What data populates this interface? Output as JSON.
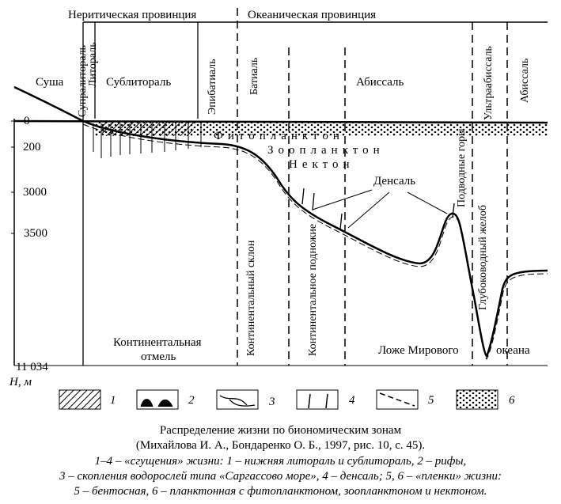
{
  "provinces": {
    "neritic": "Неритическая провинция",
    "oceanic": "Океаническая провинция"
  },
  "zones_top": {
    "land": "Суша",
    "supralittoral": "Супралитораль",
    "littoral": "Литораль",
    "sublittoral": "Сублитораль",
    "epibathyal": "Эпибатиаль",
    "bathyal": "Батиаль",
    "abyssal": "Абиссаль",
    "ultraabyssal": "Ультраабиссаль",
    "abyssal_right": "Абиссаль"
  },
  "axis": {
    "label": "H, м",
    "ticks": [
      "0",
      "200",
      "3000",
      "3500",
      "11 034"
    ]
  },
  "plankton": {
    "phytoplankton": "Фитопланктон",
    "zooplankton": "Зоопланктон",
    "nekton": "Нектон",
    "densal": "Денсаль"
  },
  "features": {
    "seamounts": "Подводные горы",
    "trench": "Глубоководный желоб"
  },
  "bottom_zones": {
    "shelf": "Континентальная",
    "shelf2": "отмель",
    "slope": "Континентальный склон",
    "foot": "Континентальное подножие",
    "floor": "Ложе Мирового",
    "floor2": "океана"
  },
  "legend": [
    "1",
    "2",
    "3",
    "4",
    "5",
    "6"
  ],
  "caption": {
    "title": "Распределение жизни по биономическим зонам",
    "source": "(Михайлова И. А., Бондаренко О. Б., 1997, рис. 10, с. 45).",
    "line1": "1–4 – «сгущения» жизни: 1 – нижняя литораль и сублитораль, 2 – рифы,",
    "line2": "3 – скопления водорослей типа «Саргассово море», 4 – денсаль; 5, 6 – «пленки» жизни:",
    "line3": "5 – бентосная, 6 – планктонная с фитопланктоном, зоопланктоном и нектоном."
  }
}
